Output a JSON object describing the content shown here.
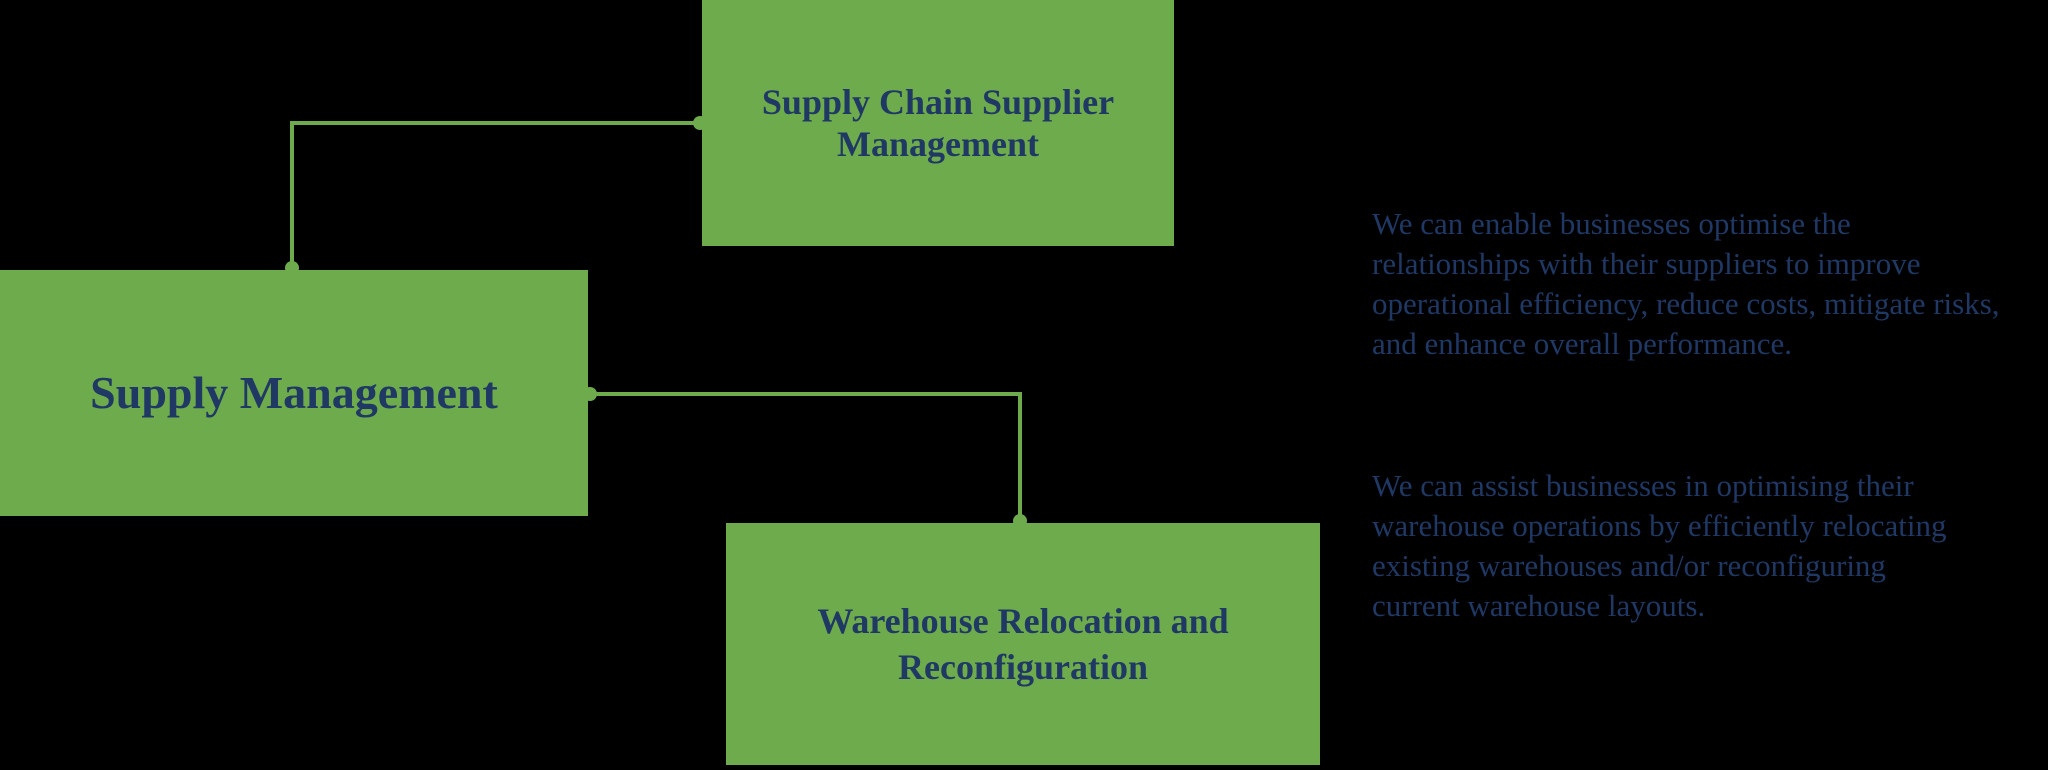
{
  "colors": {
    "box_green": "#6EAB4D",
    "connector_green": "#6EAB4D",
    "text_navy": "#1F3864",
    "background": "#000000"
  },
  "nodes": {
    "supply_management": {
      "label": "Supply Management"
    },
    "supply_chain_supplier_management": {
      "label": "Supply Chain Supplier\nManagement"
    },
    "warehouse_relocation": {
      "label": "Warehouse Relocation and\nReconfiguration"
    }
  },
  "descriptions": {
    "supplier_management": "We can enable businesses optimise the\nrelationships with their suppliers to improve\noperational efficiency, reduce costs, mitigate risks,\nand enhance overall performance.",
    "warehouse_relocation": "We can assist businesses in optimising their\nwarehouse operations by efficiently relocating\nexisting warehouses and/or reconfiguring\ncurrent warehouse layouts."
  }
}
